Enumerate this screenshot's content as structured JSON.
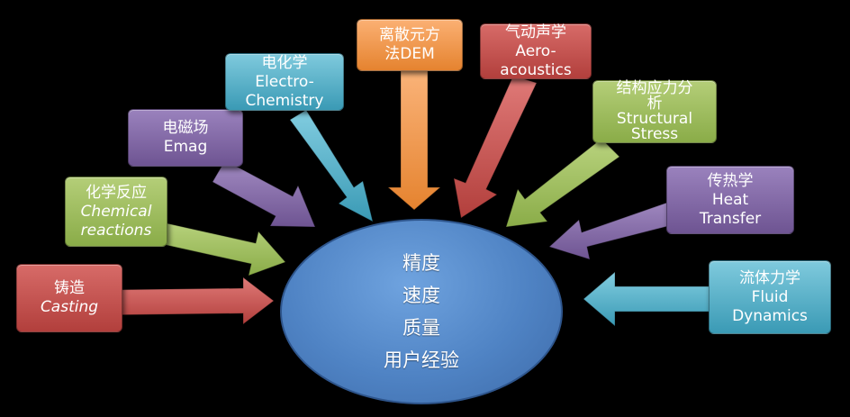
{
  "hub": {
    "lines": [
      "精度",
      "速度",
      "质量",
      "用户经验"
    ]
  },
  "boxes": [
    {
      "key": "casting",
      "lines": [
        "铸造",
        "Casting"
      ],
      "color": "#c0504d"
    },
    {
      "key": "chemical",
      "lines": [
        "化学反应",
        "Chemical",
        "reactions"
      ],
      "color": "#9bbb59"
    },
    {
      "key": "emag",
      "lines": [
        "电磁场",
        "Emag"
      ],
      "color": "#8064a2"
    },
    {
      "key": "electrochem",
      "lines": [
        "电化学",
        "Electro-",
        "Chemistry"
      ],
      "color": "#4bacc6"
    },
    {
      "key": "dem",
      "lines": [
        "离散元方",
        "法DEM"
      ],
      "color": "#f79646"
    },
    {
      "key": "aero",
      "lines": [
        "气动声学",
        "Aero-",
        "acoustics"
      ],
      "color": "#c0504d"
    },
    {
      "key": "structural",
      "lines": [
        "结构应力分",
        "析",
        "Structural",
        "Stress"
      ],
      "color": "#9bbb59"
    },
    {
      "key": "heat",
      "lines": [
        "传热学",
        "Heat",
        "Transfer"
      ],
      "color": "#8064a2"
    },
    {
      "key": "fluid",
      "lines": [
        "流体力学",
        "Fluid",
        "Dynamics"
      ],
      "color": "#4bacc6"
    }
  ]
}
